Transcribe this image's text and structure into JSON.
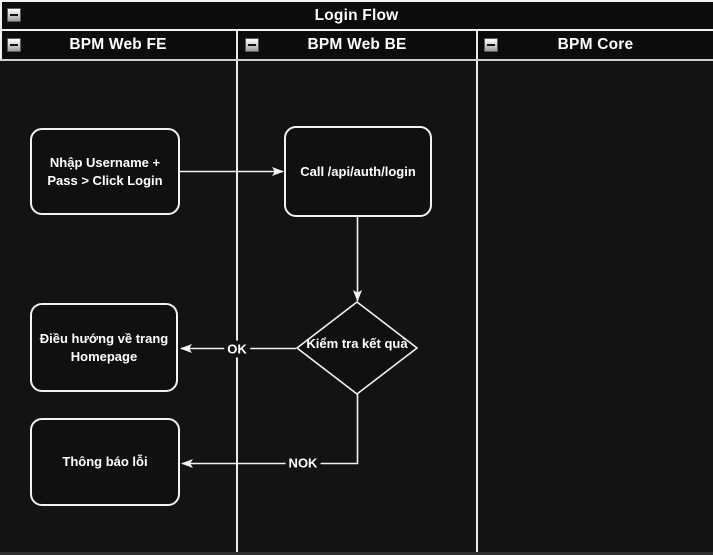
{
  "pool": {
    "title": "Login Flow"
  },
  "lanes": [
    {
      "label": "BPM Web FE"
    },
    {
      "label": "BPM Web BE"
    },
    {
      "label": "BPM Core"
    }
  ],
  "nodes": {
    "credentials": {
      "label": "Nhập Username +\nPass > Click Login"
    },
    "call_api": {
      "label": "Call /api/auth/login"
    },
    "check_result": {
      "label": "Kiểm tra kết quả"
    },
    "redirect_home": {
      "label": "Điều hướng về trang\nHomepage"
    },
    "error_message": {
      "label": "Thông báo lỗi"
    }
  },
  "edge_labels": {
    "ok": "OK",
    "nok": "NOK"
  },
  "colors": {
    "background": "#131313",
    "panel": "#0c0c0c",
    "line": "#f2f2f2",
    "text": "#ffffff"
  }
}
